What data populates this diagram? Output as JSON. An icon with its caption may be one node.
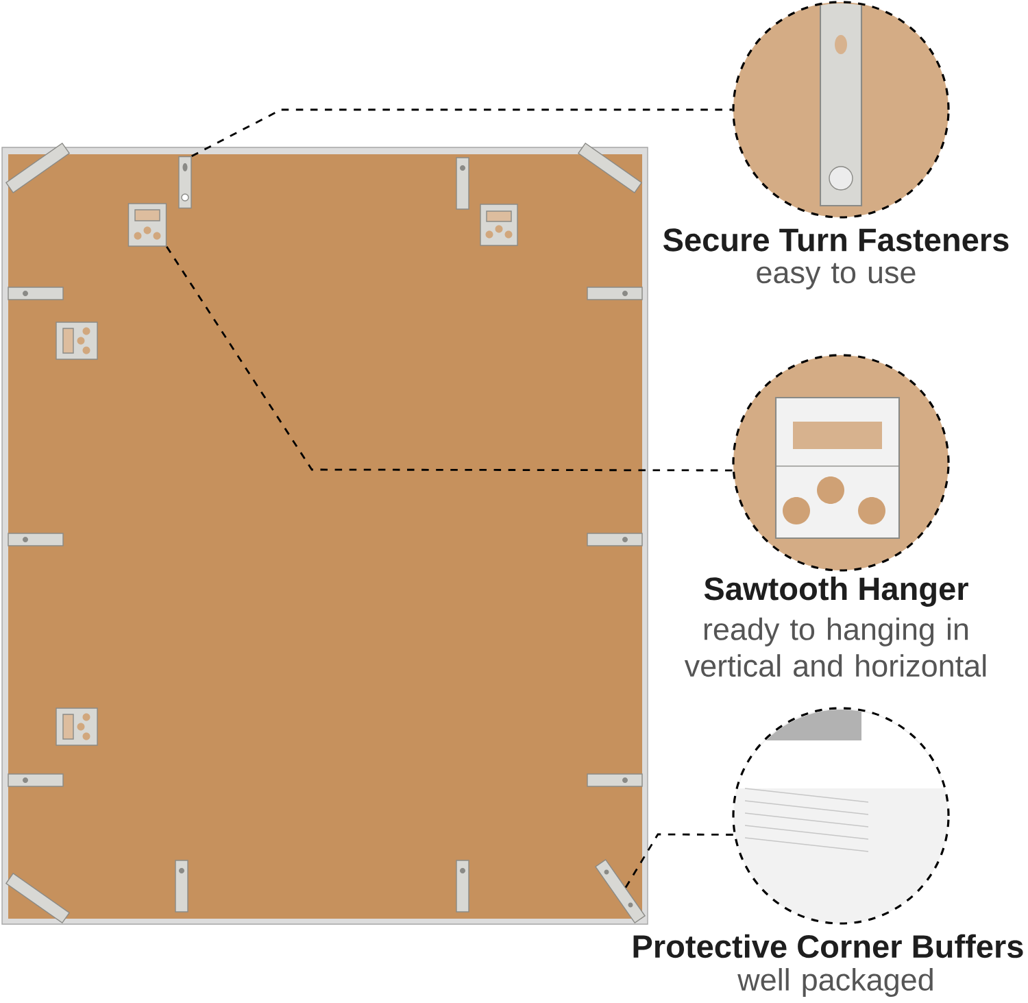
{
  "diagram": {
    "nodes": [
      {
        "text": [],
        "shape": "picture"
      },
      {
        "text": [
          "Secure Turn Fasteners",
          "easy to use"
        ]
      },
      {
        "text": [],
        "shape": "picture"
      },
      {
        "text": [
          "Sawtooth Hanger",
          "ready to hanging in vertical and horizontal"
        ]
      },
      {
        "text": [],
        "shape": "picture"
      },
      {
        "text": [
          "Protective Corner Buffers",
          "well packaged"
        ]
      }
    ],
    "edges": [
      {
        "from": 0,
        "to": 1,
        "arrow": "none",
        "style": "dashed"
      },
      {
        "from": 2,
        "to": 3,
        "arrow": "none",
        "style": "dashed"
      },
      {
        "from": 4,
        "to": 5,
        "arrow": "none",
        "style": "dashed"
      }
    ]
  }
}
